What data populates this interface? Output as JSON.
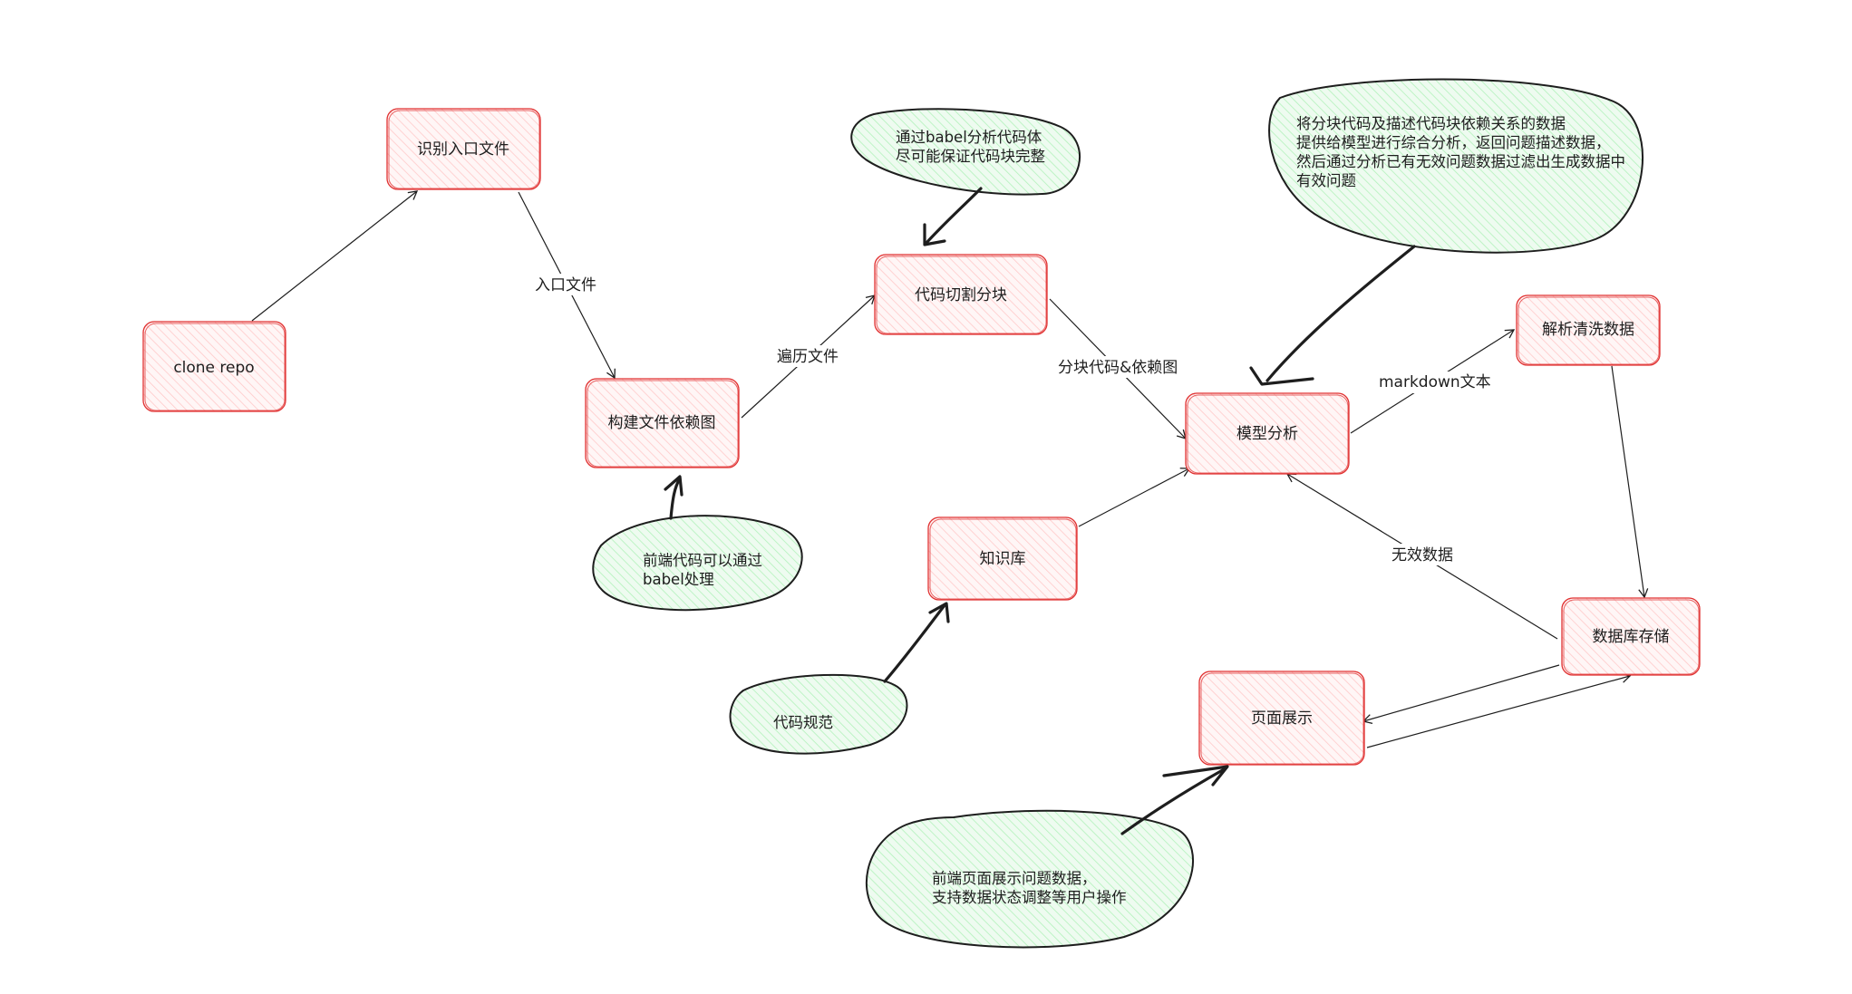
{
  "colors": {
    "node_stroke": "#e03131",
    "node_fill_hatch": "#ffc9c9",
    "note_stroke": "#1e1e1e",
    "note_fill_hatch": "#b2f2bb",
    "edge": "#1e1e1e",
    "background": "#ffffff"
  },
  "nodes": {
    "clone_repo": "clone repo",
    "identify_entry": "识别入口文件",
    "build_graph": "构建文件依赖图",
    "code_split": "代码切割分块",
    "model_analysis": "模型分析",
    "knowledge_base": "知识库",
    "parse_clean": "解析清洗数据",
    "db_storage": "数据库存储",
    "page_display": "页面展示"
  },
  "edges": {
    "entry_file": "入口文件",
    "traverse_files": "遍历文件",
    "chunks_deps": "分块代码&依赖图",
    "markdown_text": "markdown文本",
    "invalid_data": "无效数据"
  },
  "notes": {
    "babel_frontend": [
      "前端代码可以通过",
      "babel处理"
    ],
    "babel_analysis": [
      "通过babel分析代码体",
      "尽可能保证代码块完整"
    ],
    "model_note": [
      "将分块代码及描述代码块依赖关系的数据",
      "提供给模型进行综合分析，返回问题描述数据，",
      "然后通过分析已有无效问题数据过滤出生成数据中",
      "有效问题"
    ],
    "code_standard": [
      "代码规范"
    ],
    "frontend_display": [
      "前端页面展示问题数据，",
      "支持数据状态调整等用户操作"
    ]
  }
}
